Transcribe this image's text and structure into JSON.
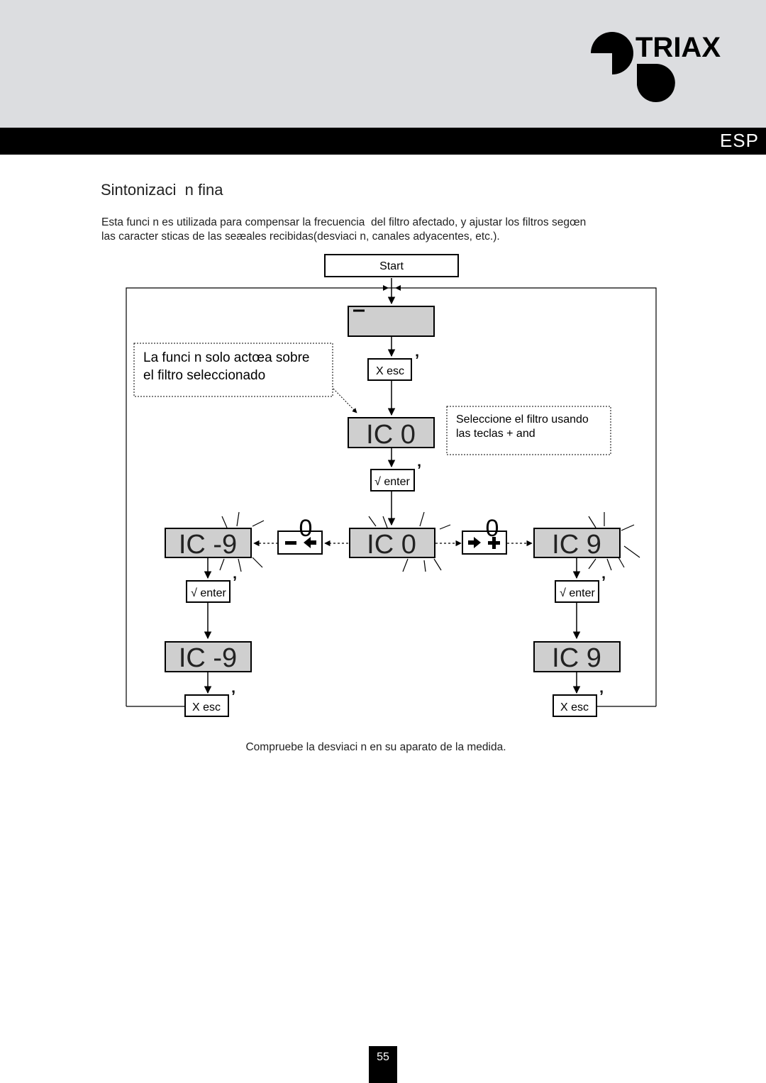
{
  "header": {
    "brand": "TRIAX",
    "language": "ESP"
  },
  "section": {
    "title": "Sintonizaci  n fina",
    "intro_line1": "Esta funci n es utilizada para compensar la frecuencia  del filtro afectado, y ajustar los filtros segœn",
    "intro_line2": "las caracter sticas de las seæales recibidas(desviaci n, canales adyacentes, etc.)."
  },
  "flowchart": {
    "start_label": "Start",
    "note_left_line1": "La funci n solo actœa sobre",
    "note_left_line2": "el filtro seleccionado",
    "note_right_line1": "Seleccione el filtro usando",
    "note_right_line2": "las teclas + and",
    "esc_key_label": "X esc",
    "enter_key_label": "√ enter",
    "tick_mark": "’",
    "plus_minus_mark": "0",
    "display_main": "IC  0",
    "display_minus": "IC -9",
    "display_plus": "IC  9"
  },
  "footer": {
    "caption": "Compruebe la desviaci n en su aparato de la medida.",
    "page_number": "55"
  }
}
